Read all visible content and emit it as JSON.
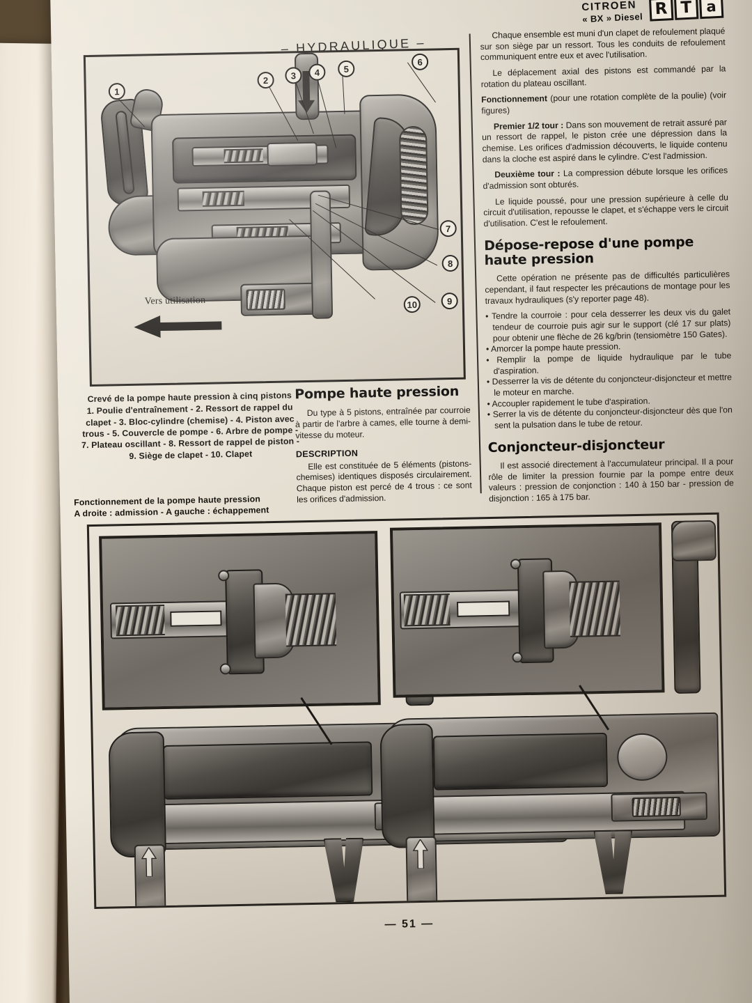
{
  "document": {
    "type": "printed-repair-manual-page",
    "page_number": "— 51 —"
  },
  "header": {
    "section_title": "– HYDRAULIQUE –",
    "brand": {
      "make": "CITROEN",
      "model": "« BX » Diesel",
      "logo_letters": [
        "R",
        "T",
        "a"
      ],
      "logo_name": "RTA"
    }
  },
  "figure_top": {
    "name": "cutaway-five-piston-high-pressure-pump",
    "callouts": [
      {
        "n": "1"
      },
      {
        "n": "2"
      },
      {
        "n": "3"
      },
      {
        "n": "4"
      },
      {
        "n": "5"
      },
      {
        "n": "6"
      },
      {
        "n": "7"
      },
      {
        "n": "8"
      },
      {
        "n": "9"
      },
      {
        "n": "10"
      }
    ],
    "inline_label": "Vers utilisation",
    "caption_title": "Crevé de la pompe haute pression à cinq pistons",
    "caption_legend": "1. Poulie d'entraînement - 2. Ressort de rappel du clapet - 3. Bloc-cylindre (chemise) - 4. Piston avec trous - 5. Couvercle de pompe - 6. Arbre de pompe - 7. Plateau oscillant - 8. Ressort de rappel de piston - 9. Siège de clapet - 10. Clapet"
  },
  "figure_bottom": {
    "name": "pump-operation-intake-exhaust",
    "caption_line1": "Fonctionnement de la pompe haute pression",
    "caption_line2": "A droite : admission - A gauche : échappement"
  },
  "left_column": {
    "heading": "Pompe haute pression",
    "intro": "Du type à 5 pistons, entraînée par courroie à partir de l'arbre à cames, elle tourne à demi-vitesse du moteur.",
    "description_heading": "DESCRIPTION",
    "description": "Elle est constituée de 5 éléments (pistons-chemises) identiques disposés circulairement. Chaque piston est percé de 4 trous : ce sont les orifices d'admission."
  },
  "right_column": {
    "para_1": "Chaque ensemble est muni d'un clapet de refoulement plaqué sur son siège par un ressort. Tous les conduits de refoulement communiquent entre eux et avec l'utilisation.",
    "para_2": "Le déplacement axial des pistons est commandé par la rotation du plateau oscillant.",
    "fonctionnement_lead": "Fonctionnement",
    "fonctionnement_rest": " (pour une rotation complète de la poulie) (voir figures)",
    "tour_1_lead": "Premier 1/2 tour :",
    "tour_1_rest": " Dans son mouvement de retrait assuré par un ressort de rappel, le piston crée une dépression dans la chemise. Les orifices d'admission découverts, le liquide contenu dans la cloche est aspiré dans le cylindre. C'est l'admission.",
    "tour_2_lead": "Deuxième tour :",
    "tour_2_rest": " La compression débute lorsque les orifices d'admission sont obturés.",
    "para_3": "Le liquide poussé, pour une pression supérieure à celle du circuit d'utilisation, repousse le clapet, et s'échappe vers le circuit d'utilisation. C'est le refoulement.",
    "heading_depose": "Dépose-repose d'une pompe haute pression",
    "depose_intro": "Cette opération ne présente pas de difficultés particulières cependant, il faut respecter les précautions de montage pour les travaux hydrauliques (s'y reporter page 48).",
    "depose_bullets": [
      "Tendre la courroie : pour cela desserrer les deux vis du galet tendeur de courroie puis agir sur le support (clé 17 sur plats) pour obtenir une flèche de 26 kg/brin (tensiomètre 150 Gates).",
      "Amorcer la pompe haute pression.",
      "Remplir la pompe de liquide hydraulique par le tube d'aspiration.",
      "Desserrer la vis de détente du conjoncteur-disjoncteur et mettre le moteur en marche.",
      "Accoupler rapidement le tube d'aspiration.",
      "Serrer la vis de détente du conjoncteur-disjoncteur dès que l'on sent la pulsation dans le tube de retour."
    ],
    "heading_conjoncteur": "Conjoncteur-disjoncteur",
    "conjoncteur_text": "Il est associé directement à l'accumulateur principal. Il a pour rôle de limiter la pression fournie par la pompe entre deux valeurs : pression de conjonction : 140 à 150 bar - pression de disjonction : 165 à 175 bar."
  },
  "colors": {
    "paper": "#e6e0d3",
    "ink": "#16130f",
    "desk": "#6b563c",
    "frame_border": "#26221e"
  }
}
